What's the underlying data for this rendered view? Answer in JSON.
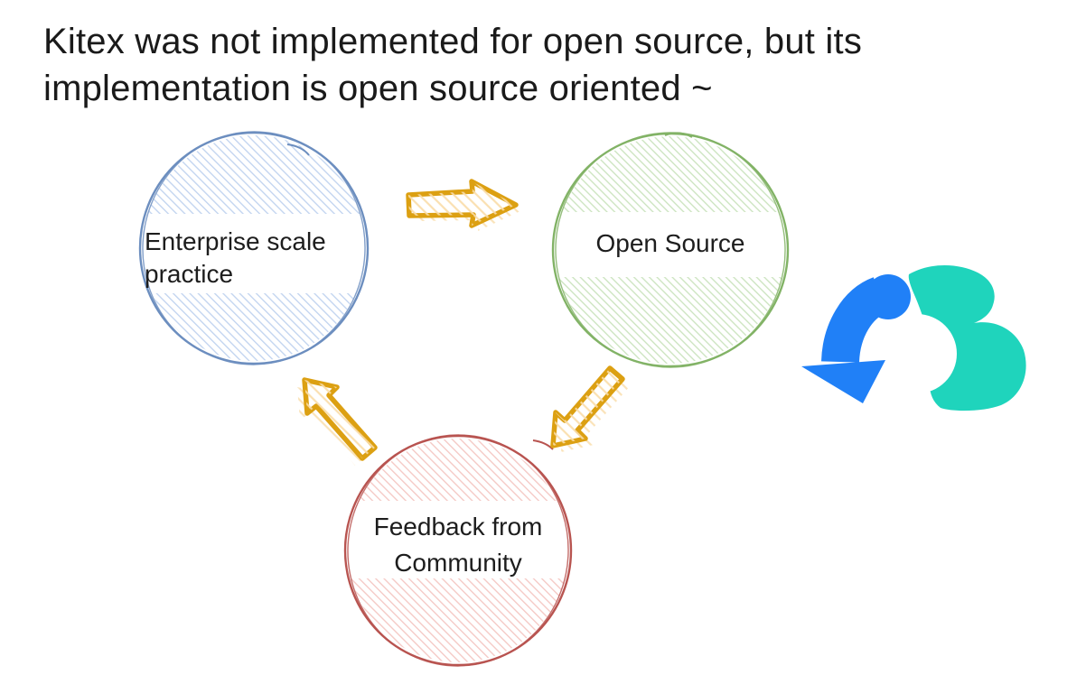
{
  "slide": {
    "title": "Kitex was not implemented for open source, but its implementation is open source oriented ~"
  },
  "diagram": {
    "nodes": [
      {
        "id": "enterprise-scale-practice",
        "label": "Enterprise scale practice",
        "lines": [
          "Enterprise scale",
          "practice"
        ],
        "stroke_color": "#6C8EBF",
        "hatch_color": "#BFD2EF"
      },
      {
        "id": "open-source",
        "label": "Open Source",
        "lines": [
          "Open Source"
        ],
        "stroke_color": "#82B366",
        "hatch_color": "#C9E2BC"
      },
      {
        "id": "feedback-from-community",
        "label": "Feedback from Community",
        "lines": [
          "Feedback from",
          "Community"
        ],
        "stroke_color": "#B85450",
        "hatch_color": "#F4C6C2"
      }
    ],
    "arrows": [
      {
        "id": "arrow-enterprise-to-opensource",
        "from": "enterprise-scale-practice",
        "to": "open-source",
        "direction": "right"
      },
      {
        "id": "arrow-opensource-to-feedback",
        "from": "open-source",
        "to": "feedback-from-community",
        "direction": "down-left"
      },
      {
        "id": "arrow-feedback-to-enterprise",
        "from": "feedback-from-community",
        "to": "enterprise-scale-practice",
        "direction": "up-left"
      }
    ],
    "arrow_color": "#DCA012",
    "arrow_hatch_color": "#F9DCA8"
  },
  "logo": {
    "name": "cloudwego-logo",
    "blue": "#2080F7",
    "teal": "#1FD4BC"
  }
}
